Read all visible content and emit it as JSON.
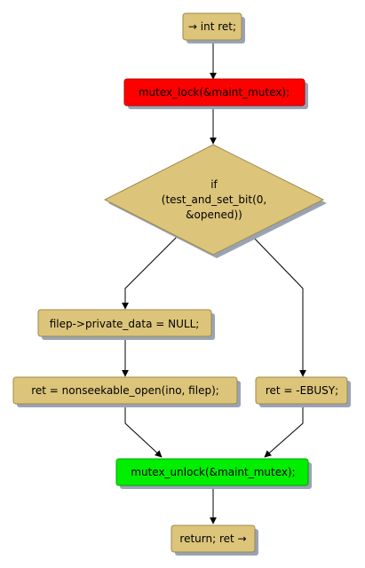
{
  "nodes": {
    "start": {
      "label": "→ int ret;",
      "color": "#dcc47a",
      "border": "#9d8a4a"
    },
    "lock": {
      "label": "mutex_lock(&maint_mutex);",
      "color": "#ff0000",
      "border": "#b80000"
    },
    "decision": {
      "lines": [
        "if",
        "(test_and_set_bit(0,",
        "&opened))"
      ],
      "color": "#dcc47a",
      "border": "#9d8a4a"
    },
    "private_data": {
      "label": "filep->private_data = NULL;",
      "color": "#dcc47a",
      "border": "#9d8a4a"
    },
    "nonseekable": {
      "label": "ret = nonseekable_open(ino, filep);",
      "color": "#dcc47a",
      "border": "#9d8a4a"
    },
    "ebusy": {
      "label": "ret = -EBUSY;",
      "color": "#dcc47a",
      "border": "#9d8a4a"
    },
    "unlock": {
      "label": "mutex_unlock(&maint_mutex);",
      "color": "#00ee00",
      "border": "#00a000"
    },
    "return": {
      "label": "return; ret →",
      "color": "#dcc47a",
      "border": "#9d8a4a"
    }
  },
  "shadow_color": "#9aa3b5",
  "edge_color": "#000000"
}
